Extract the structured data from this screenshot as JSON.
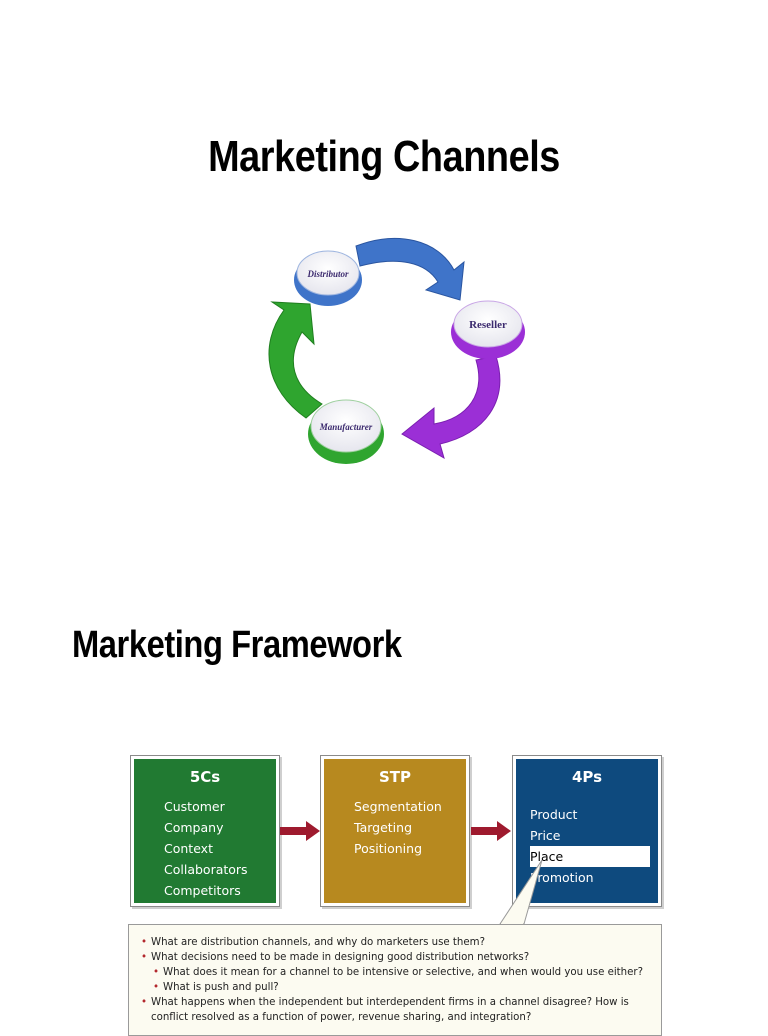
{
  "slide1": {
    "title": "Marketing Channels",
    "cycle": {
      "nodes": [
        "Distributor",
        "Reseller",
        "Manufacturer"
      ],
      "colors": {
        "blue": "#3f74c9",
        "purple": "#9b2fd6",
        "green": "#2fa52f"
      }
    }
  },
  "slide2": {
    "title": "Marketing Framework",
    "boxes": {
      "c5": {
        "title": "5Cs",
        "items": [
          "Customer",
          "Company",
          "Context",
          "Collaborators",
          "Competitors"
        ],
        "color": "#217a32"
      },
      "stp": {
        "title": "STP",
        "items": [
          "Segmentation",
          "Targeting",
          "Positioning"
        ],
        "color": "#b7891f"
      },
      "p4": {
        "title": "4Ps",
        "items": [
          "Product",
          "Price",
          "Place",
          "Promotion"
        ],
        "highlighted": "Place",
        "color": "#0e4a7e"
      }
    },
    "arrow_color": "#9e1a2e",
    "questions": [
      "What are distribution channels, and why do marketers use them?",
      "What decisions need to be made in designing good distribution networks?",
      "What does it mean for a channel to be intensive or selective, and when would you use either?",
      "What is push and pull?",
      "What happens when the independent but interdependent firms in a channel disagree? How is",
      "conflict resolved as a function of power, revenue sharing, and integration?"
    ]
  }
}
